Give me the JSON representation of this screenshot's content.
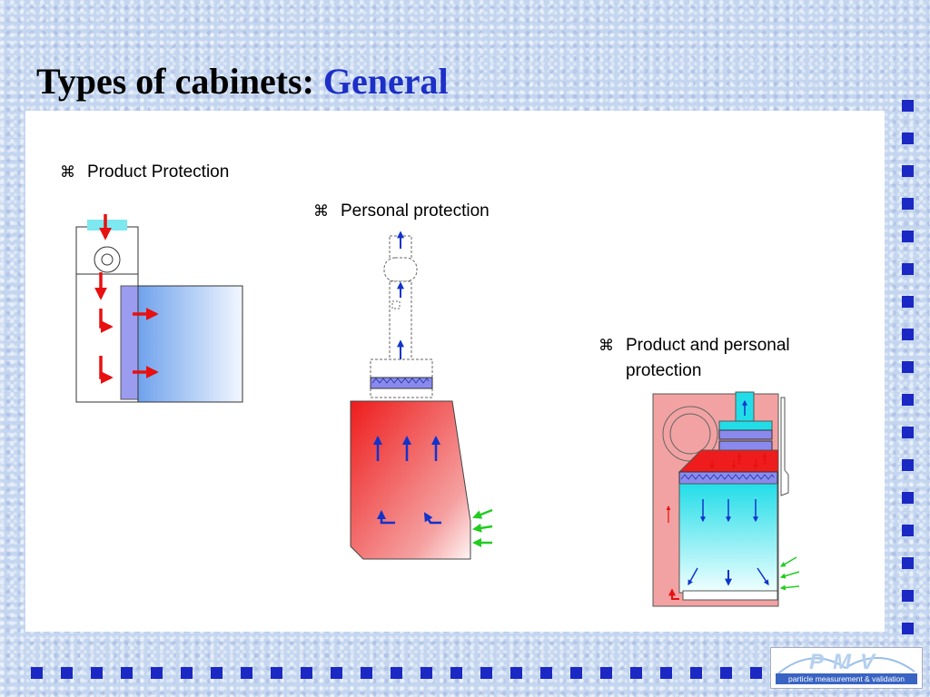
{
  "title": {
    "main": "Types of cabinets:",
    "accent": "General"
  },
  "bullets": [
    {
      "symbol": "⌘",
      "text": "Product Protection"
    },
    {
      "symbol": "⌘",
      "text": "Personal protection"
    },
    {
      "symbol": "⌘",
      "text": "Product and personal protection"
    }
  ],
  "logo": {
    "wordmark": "PMV",
    "tagline": "particle measurement & validation"
  },
  "colors": {
    "accent": "#1c2fc7",
    "bullet_square": "#1b28c4",
    "airflow_in": "#e81010",
    "airflow_out": "#1133cc",
    "room_air": "#22cc22"
  }
}
